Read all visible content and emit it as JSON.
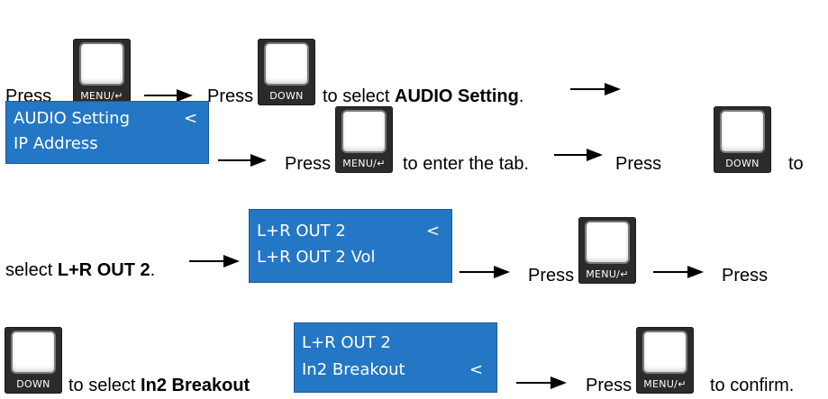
{
  "keys": {
    "menu_label": "MENU/↵",
    "down_label": "DOWN"
  },
  "line1": {
    "press_a": "Press",
    "press_b": "Press",
    "select_pre": "to select",
    "select_bold": "AUDIO Setting",
    "select_post": "."
  },
  "lcd1": {
    "row1": "AUDIO Setting",
    "marker": "<",
    "row2": "IP Address"
  },
  "line2": {
    "press_a": "Press",
    "enter_text": "to enter the tab.",
    "press_b": "Press",
    "to": "to"
  },
  "line3": {
    "select_pre": "select",
    "select_bold": "L+R OUT 2",
    "select_post": ".",
    "press_a": "Press",
    "press_b": "Press"
  },
  "lcd2": {
    "row1": "L+R OUT  2",
    "marker": "<",
    "row2": "L+R OUT  2  Vol"
  },
  "line4": {
    "select_pre": "to select",
    "select_bold": "In2 Breakout",
    "press": "Press",
    "confirm": "to confirm."
  },
  "lcd3": {
    "row1": "L+R OUT  2",
    "row2": "In2 Breakout",
    "marker": "<"
  },
  "colors": {
    "lcd_bg": "#2477c5",
    "text": "#000000",
    "key_body": "#2b2b2b"
  }
}
